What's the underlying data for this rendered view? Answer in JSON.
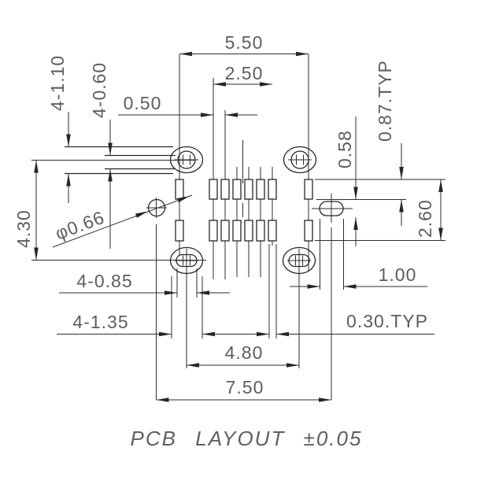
{
  "drawing": {
    "title": "PCB LAYOUT ±0.05",
    "line_color": "#262626",
    "text_color": "#5d5d5d",
    "dims": {
      "span_top": "5.50",
      "span_inner": "2.50",
      "pad_pitch": "0.50",
      "slot_outer_width": "4-1.10",
      "slot_inner_width": "4-0.60",
      "height_left": "4.30",
      "via_diameter": "φ0.66",
      "pad_length_typ": "0.87.TYP",
      "notch_height": "0.58",
      "row_extent": "2.60",
      "notch_width": "1.00",
      "pad_width_typ": "0.30.TYP",
      "hole_slot_width": "4-0.85",
      "hole_pad_width": "4-1.35",
      "span_holes_bottom": "4.80",
      "span_total": "7.50"
    }
  }
}
